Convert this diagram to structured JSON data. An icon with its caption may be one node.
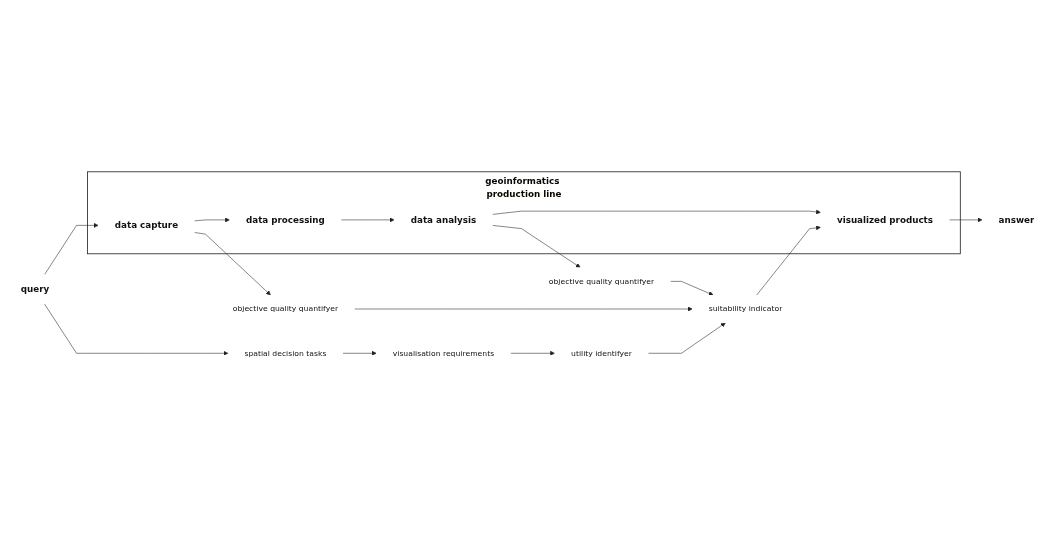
{
  "diagram": {
    "nodes": [
      {
        "text": [
          "geoinformatics production line"
        ]
      },
      {
        "text": [
          "query"
        ]
      },
      {
        "text": [
          "data capture"
        ],
        "in": 0
      },
      {
        "text": [
          "data processing"
        ],
        "in": 0
      },
      {
        "text": [
          "data analysis"
        ],
        "in": 0
      },
      {
        "text": [
          "visualized products"
        ],
        "in": 0
      },
      {
        "text": [
          "answer"
        ]
      },
      {
        "text": [
          "objective quality quantifyer"
        ]
      },
      {
        "text": [
          "objective quality quantifyer"
        ]
      },
      {
        "text": [
          "suitability indicator"
        ]
      },
      {
        "text": [
          "utility identifyer"
        ]
      },
      {
        "text": [
          "visualisation requirements"
        ]
      },
      {
        "text": [
          "spatial decision tasks"
        ]
      }
    ],
    "edges": [
      {
        "from": 1,
        "to": 2,
        "arrow": "to"
      },
      {
        "from": 2,
        "to": 3,
        "arrow": "to"
      },
      {
        "from": 3,
        "to": 4,
        "arrow": "to"
      },
      {
        "from": 4,
        "to": 5,
        "arrow": "to"
      },
      {
        "from": 5,
        "to": 6,
        "arrow": "to"
      },
      {
        "from": 2,
        "to": 7,
        "arrow": "to"
      },
      {
        "from": 4,
        "to": 8,
        "arrow": "to"
      },
      {
        "from": 7,
        "to": 9,
        "arrow": "to"
      },
      {
        "from": 8,
        "to": 9,
        "arrow": "to"
      },
      {
        "from": 10,
        "to": 9,
        "arrow": "to"
      },
      {
        "from": 11,
        "to": 10,
        "arrow": "to"
      },
      {
        "from": 12,
        "to": 11,
        "arrow": "to"
      },
      {
        "from": 1,
        "to": 12,
        "arrow": "to"
      },
      {
        "from": 9,
        "to": 5,
        "arrow": "to"
      }
    ]
  }
}
